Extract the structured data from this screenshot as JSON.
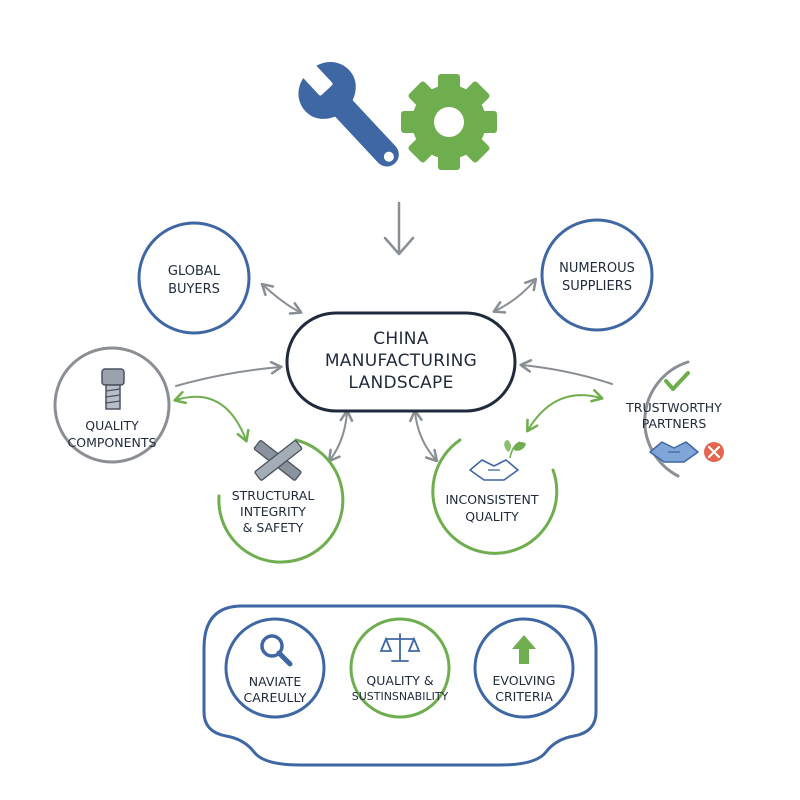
{
  "center": {
    "lines": [
      "CHINA",
      "MANUFACTURING",
      "LANDSCAPE"
    ]
  },
  "nodes": {
    "global_buyers": {
      "lines": [
        "GLOBAL",
        "BUYERS"
      ]
    },
    "numerous_suppliers": {
      "lines": [
        "NUMEROUS",
        "SUPPLIERS"
      ]
    },
    "quality_components": {
      "lines": [
        "QUALITY",
        "COMPONENTS"
      ]
    },
    "trustworthy_partners": {
      "lines": [
        "TRUSTWORTHY",
        "PARTNERS"
      ]
    },
    "structural_integrity": {
      "lines": [
        "STRUCTURAL",
        "INTEGRITY",
        "& SAFETY"
      ]
    },
    "inconsistent_quality": {
      "lines": [
        "INCONSISTENT",
        "QUALITY"
      ]
    }
  },
  "bottom": {
    "navigate": {
      "lines": [
        "NAVIATE",
        "CAREULLY"
      ]
    },
    "quality": {
      "lines": [
        "QUALITY &",
        "SUSTINSNABILITY"
      ]
    },
    "evolving": {
      "lines": [
        "EVOLVING",
        "CRITERIA"
      ]
    }
  },
  "colors": {
    "blue": "#3f67a3",
    "navy": "#1f2a3c",
    "green": "#6fae4f",
    "gray": "#8a8f96",
    "red": "#e4664e"
  },
  "icons": {
    "top": [
      "wrench-icon",
      "gear-icon"
    ],
    "quality_components": "bolt-icon",
    "structural_integrity": "crossed-beams-icon",
    "inconsistent_quality": "handshake-leaf-icon",
    "trustworthy_partners": [
      "checkmark-icon",
      "handshake-icon",
      "x-circle-icon"
    ],
    "navigate": "magnifier-icon",
    "quality": "balance-scale-icon",
    "evolving": "up-arrow-icon"
  }
}
